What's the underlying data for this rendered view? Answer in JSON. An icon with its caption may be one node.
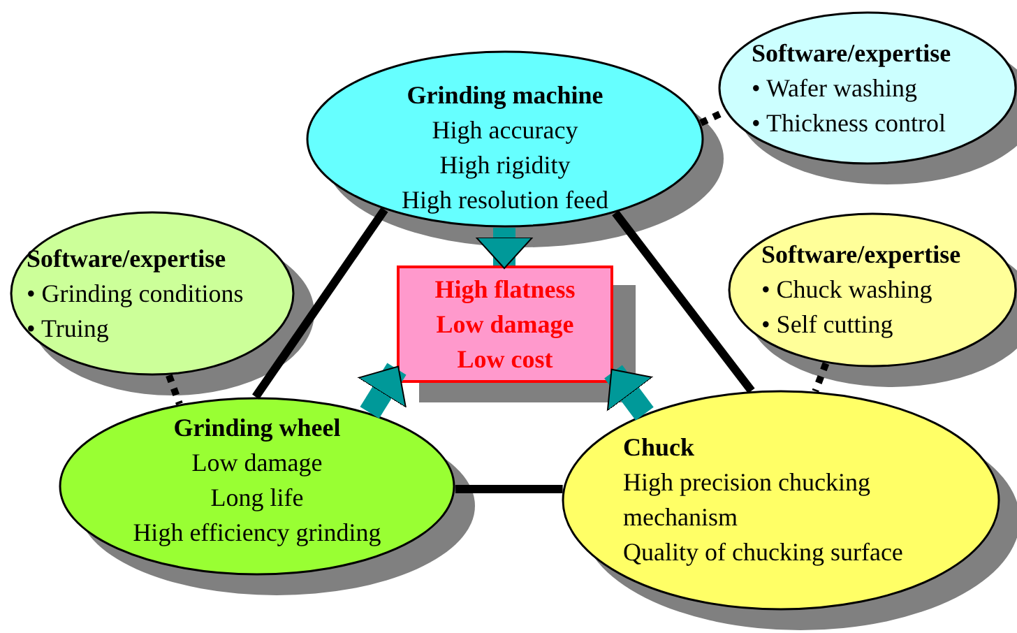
{
  "diagram": {
    "nodes": [
      {
        "text": [
          "Grinding machine",
          "High accuracy",
          "High rigidity",
          "High resolution feed"
        ]
      },
      {
        "text": [
          "Software/expertise",
          "• Wafer washing",
          "• Thickness control"
        ]
      },
      {
        "text": [
          "Software/expertise",
          "• Grinding conditions",
          "• Truing"
        ]
      },
      {
        "text": [
          "High flatness",
          "Low damage",
          "Low cost"
        ]
      },
      {
        "text": [
          "Software/expertise",
          "• Chuck washing",
          "• Self cutting"
        ]
      },
      {
        "text": [
          "Grinding wheel",
          "Low damage",
          "Long life",
          "High efficiency grinding"
        ]
      },
      {
        "text": [
          "Chuck",
          "High precision chucking mechanism",
          "Quality of chucking surface"
        ]
      }
    ],
    "edges": [
      {
        "from": 0,
        "to": 5,
        "arrow": "none"
      },
      {
        "from": 0,
        "to": 6,
        "arrow": "none"
      },
      {
        "from": 5,
        "to": 6,
        "arrow": "none"
      },
      {
        "from": 0,
        "to": 1,
        "arrow": "none",
        "style": "dashed"
      },
      {
        "from": 2,
        "to": 5,
        "arrow": "none",
        "style": "dashed"
      },
      {
        "from": 4,
        "to": 6,
        "arrow": "none",
        "style": "dashed"
      },
      {
        "from": 0,
        "to": 3,
        "arrow": "to",
        "style": "thick",
        "color": "#009999"
      },
      {
        "from": 5,
        "to": 3,
        "arrow": "to",
        "style": "thick",
        "color": "#009999"
      },
      {
        "from": 6,
        "to": 3,
        "arrow": "to",
        "style": "thick",
        "color": "#009999"
      }
    ]
  }
}
